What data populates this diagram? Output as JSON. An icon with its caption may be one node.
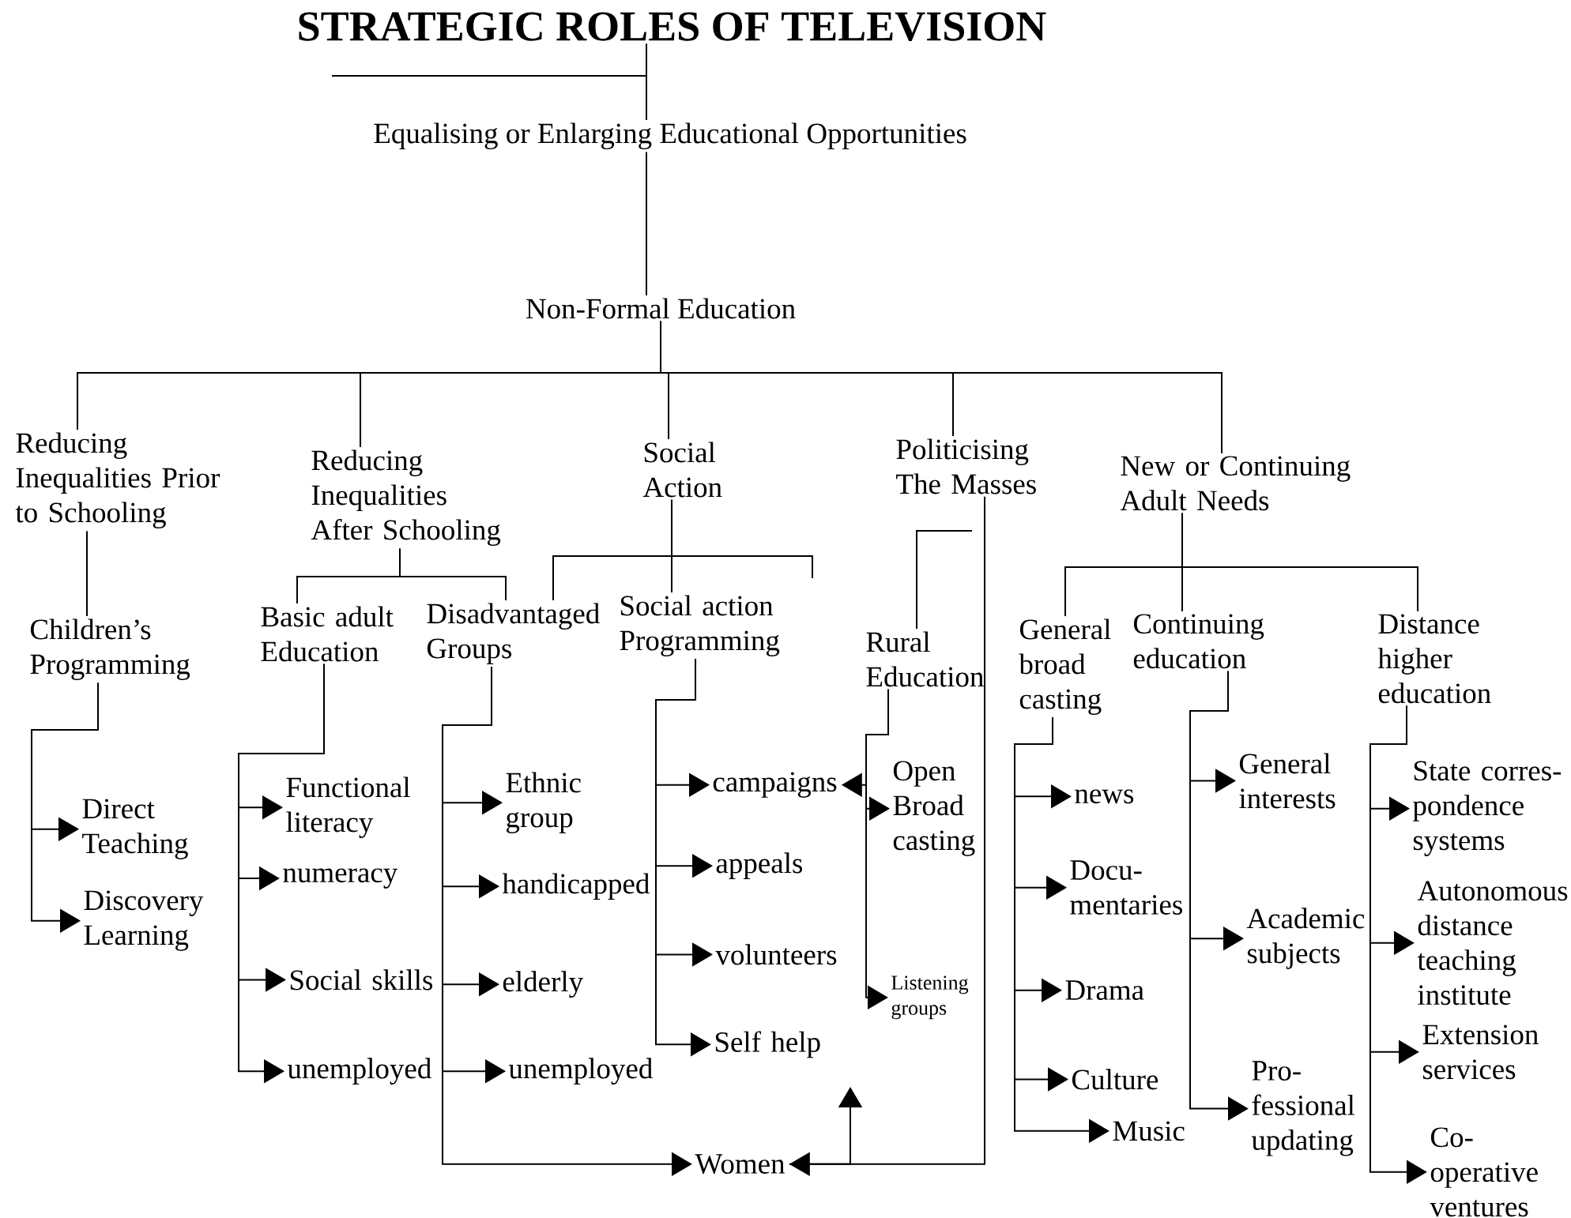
{
  "diagram": {
    "nodes": [
      {
        "text": [
          "STRATEGIC ROLES OF TELEVISION"
        ]
      },
      {
        "text": [
          "Equalising or Enlarging Educational Opportunities"
        ]
      },
      {
        "text": [
          "Non-Formal Education"
        ]
      },
      {
        "text": [
          "Reducing Inequalities Prior to Schooling"
        ]
      },
      {
        "text": [
          "Reducing Inequalities After Schooling"
        ]
      },
      {
        "text": [
          "Social Action"
        ]
      },
      {
        "text": [
          "Politicising The Masses"
        ]
      },
      {
        "text": [
          "New or Continuing Adult Needs"
        ]
      },
      {
        "text": [
          "Children’s Programming"
        ]
      },
      {
        "text": [
          "Basic adult Education"
        ]
      },
      {
        "text": [
          "Disadvantaged Groups"
        ]
      },
      {
        "text": [
          "Social action Programming"
        ]
      },
      {
        "text": [
          "Rural Education"
        ]
      },
      {
        "text": [
          "General broad casting"
        ]
      },
      {
        "text": [
          "Continuing education"
        ]
      },
      {
        "text": [
          "Distance higher education"
        ]
      },
      {
        "text": [
          "Direct Teaching"
        ]
      },
      {
        "text": [
          "Discovery Learning"
        ]
      },
      {
        "text": [
          "Functional literacy"
        ]
      },
      {
        "text": [
          "numeracy"
        ]
      },
      {
        "text": [
          "Social skills"
        ]
      },
      {
        "text": [
          "unemployed"
        ]
      },
      {
        "text": [
          "Ethnic group"
        ]
      },
      {
        "text": [
          "handicapped"
        ]
      },
      {
        "text": [
          "elderly"
        ]
      },
      {
        "text": [
          "unemployed"
        ]
      },
      {
        "text": [
          "campaigns"
        ]
      },
      {
        "text": [
          "appeals"
        ]
      },
      {
        "text": [
          "volunteers"
        ]
      },
      {
        "text": [
          "Self help"
        ]
      },
      {
        "text": [
          "Open Broad casting"
        ]
      },
      {
        "text": [
          "Listening groups"
        ]
      },
      {
        "text": [
          "news"
        ]
      },
      {
        "text": [
          "Docu- mentaries"
        ]
      },
      {
        "text": [
          "Drama"
        ]
      },
      {
        "text": [
          "Culture"
        ]
      },
      {
        "text": [
          "Music"
        ]
      },
      {
        "text": [
          "General interests"
        ]
      },
      {
        "text": [
          "Academic subjects"
        ]
      },
      {
        "text": [
          "Pro- fessional updating"
        ]
      },
      {
        "text": [
          "State corres- pondence systems"
        ]
      },
      {
        "text": [
          "Autonomous distance teaching institute"
        ]
      },
      {
        "text": [
          "Extension services"
        ]
      },
      {
        "text": [
          "Co- operative ventures"
        ]
      },
      {
        "text": [
          "Women"
        ]
      }
    ],
    "edges": [
      {
        "from": 0,
        "to": 1,
        "arrow": "none"
      },
      {
        "from": 1,
        "to": 2,
        "arrow": "none"
      },
      {
        "from": 2,
        "to": 3,
        "arrow": "none"
      },
      {
        "from": 2,
        "to": 4,
        "arrow": "none"
      },
      {
        "from": 2,
        "to": 5,
        "arrow": "none"
      },
      {
        "from": 2,
        "to": 6,
        "arrow": "none"
      },
      {
        "from": 2,
        "to": 7,
        "arrow": "none"
      },
      {
        "from": 3,
        "to": 8,
        "arrow": "none"
      },
      {
        "from": 4,
        "to": 9,
        "arrow": "none"
      },
      {
        "from": 4,
        "to": 10,
        "arrow": "none"
      },
      {
        "from": 5,
        "to": 10,
        "arrow": "none"
      },
      {
        "from": 5,
        "to": 11,
        "arrow": "none"
      },
      {
        "from": 5,
        "to": null,
        "arrow": "none"
      },
      {
        "from": null,
        "to": 12,
        "arrow": "none"
      },
      {
        "from": 7,
        "to": 13,
        "arrow": "none"
      },
      {
        "from": 7,
        "to": 14,
        "arrow": "none"
      },
      {
        "from": 7,
        "to": 15,
        "arrow": "none"
      },
      {
        "from": 8,
        "to": 16,
        "arrow": "to"
      },
      {
        "from": 8,
        "to": 17,
        "arrow": "to"
      },
      {
        "from": 9,
        "to": 18,
        "arrow": "to"
      },
      {
        "from": 9,
        "to": 19,
        "arrow": "to"
      },
      {
        "from": 9,
        "to": 20,
        "arrow": "to"
      },
      {
        "from": 9,
        "to": 21,
        "arrow": "to"
      },
      {
        "from": 10,
        "to": 22,
        "arrow": "to"
      },
      {
        "from": 10,
        "to": 23,
        "arrow": "to"
      },
      {
        "from": 10,
        "to": 24,
        "arrow": "to"
      },
      {
        "from": 10,
        "to": 25,
        "arrow": "to"
      },
      {
        "from": 10,
        "to": 44,
        "arrow": "to"
      },
      {
        "from": 11,
        "to": 26,
        "arrow": "to"
      },
      {
        "from": 11,
        "to": 27,
        "arrow": "to"
      },
      {
        "from": 11,
        "to": 28,
        "arrow": "to"
      },
      {
        "from": 11,
        "to": 29,
        "arrow": "to"
      },
      {
        "from": 12,
        "to": 26,
        "arrow": "to"
      },
      {
        "from": 12,
        "to": 30,
        "arrow": "to"
      },
      {
        "from": 12,
        "to": 31,
        "arrow": "to"
      },
      {
        "from": 6,
        "to": 44,
        "arrow": "to"
      },
      {
        "from": 44,
        "to": null,
        "arrow": "to"
      },
      {
        "from": 13,
        "to": 32,
        "arrow": "to"
      },
      {
        "from": 13,
        "to": 33,
        "arrow": "to"
      },
      {
        "from": 13,
        "to": 34,
        "arrow": "to"
      },
      {
        "from": 13,
        "to": 35,
        "arrow": "to"
      },
      {
        "from": 13,
        "to": 36,
        "arrow": "to"
      },
      {
        "from": 14,
        "to": 37,
        "arrow": "to"
      },
      {
        "from": 14,
        "to": 38,
        "arrow": "to"
      },
      {
        "from": 14,
        "to": 39,
        "arrow": "to"
      },
      {
        "from": 15,
        "to": 40,
        "arrow": "to"
      },
      {
        "from": 15,
        "to": 41,
        "arrow": "to"
      },
      {
        "from": 15,
        "to": 42,
        "arrow": "to"
      },
      {
        "from": 15,
        "to": 43,
        "arrow": "to"
      }
    ]
  }
}
